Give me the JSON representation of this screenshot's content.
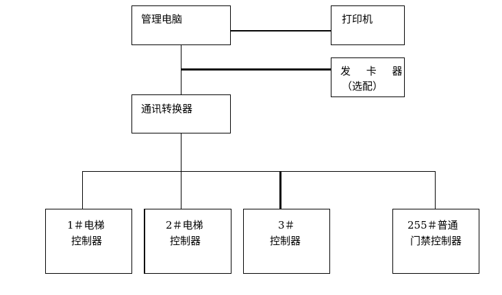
{
  "nodes": {
    "pc": "管理电脑",
    "printer": "打印机",
    "card_issuer": "发 卡 器",
    "card_issuer_note": "（选配）",
    "converter": "通讯转换器",
    "controller1_line1": "1＃电梯",
    "controller1_line2": "控制器",
    "controller2_line1": "2＃电梯",
    "controller2_line2": "控制器",
    "controller3_line1": "3＃",
    "controller3_line2": "控制器",
    "controller255_line1": "255＃普通",
    "controller255_line2": "门禁控制器"
  }
}
